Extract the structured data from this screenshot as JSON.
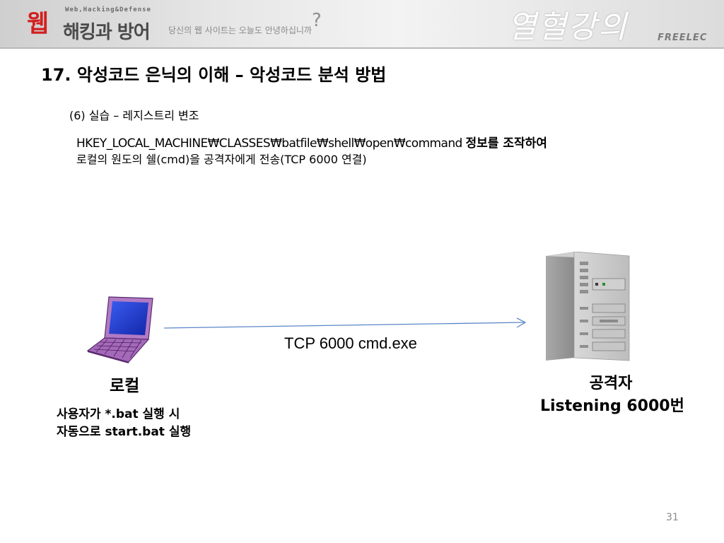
{
  "header": {
    "logo_web": "웹",
    "logo_sub": "Web,Hacking&Defense",
    "logo_title": "해킹과 방어",
    "tagline": "당신의 웹 사이트는 오늘도 안녕하십니까",
    "tagline_mark": "?",
    "brush_text": "열혈강의",
    "publisher": "FREELEC"
  },
  "slide": {
    "title": "17. 악성코드 은닉의 이해 – 악성코드 분석 방법",
    "subtitle": "(6) 실습 – 레지스트리 변조",
    "registry_key": "HKEY_LOCAL_MACHINE₩CLASSES₩batfile₩shell₩open₩command",
    "registry_action": "정보를 조작하여",
    "description": "로컬의 원도의 쉘(cmd)을 공격자에게 전송(TCP 6000 연결)",
    "connection_label": "TCP 6000 cmd.exe",
    "local": {
      "label": "로컬",
      "desc_line1": "사용자가 *.bat 실행 시",
      "desc_line2": "자동으로 start.bat 실행"
    },
    "attacker": {
      "label": "공격자",
      "listening": "Listening 6000번"
    },
    "page_number": "31"
  },
  "colors": {
    "arrow": "#5b86c8",
    "laptop_frame": "#7a3a8f",
    "laptop_screen": "#1f3fd0"
  },
  "icons": [
    "laptop-icon",
    "server-icon"
  ]
}
